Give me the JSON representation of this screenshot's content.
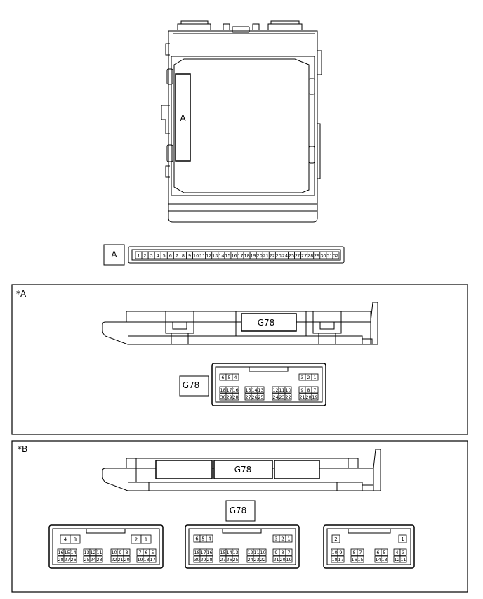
{
  "top_label": "A",
  "connector_a": {
    "label": "A",
    "pins": [
      "1",
      "2",
      "3",
      "4",
      "5",
      "6",
      "7",
      "8",
      "9",
      "10",
      "11",
      "12",
      "13",
      "14",
      "15",
      "16",
      "17",
      "18",
      "19",
      "20",
      "21",
      "22",
      "23",
      "24",
      "25",
      "26",
      "27",
      "28",
      "29",
      "30",
      "31",
      "32"
    ]
  },
  "section_a": {
    "title": "*A",
    "connector_code": "G78",
    "face_label": "G78",
    "rows": [
      [
        [
          "6",
          "5",
          "4"
        ],
        [
          "3",
          "2",
          "1"
        ]
      ],
      [
        [
          "18",
          "17",
          "16"
        ],
        [
          "15",
          "14",
          "13"
        ],
        [
          "12",
          "11",
          "10"
        ],
        [
          "9",
          "8",
          "7"
        ]
      ],
      [
        [
          "30",
          "29",
          "28"
        ],
        [
          "27",
          "26",
          "25"
        ],
        [
          "24",
          "23",
          "22"
        ],
        [
          "21",
          "20",
          "19"
        ]
      ]
    ]
  },
  "section_b": {
    "title": "*B",
    "connector_code": "G78",
    "face_label": "G78",
    "left": {
      "top": [
        [
          "4",
          "3"
        ],
        [
          "2",
          "1"
        ]
      ],
      "r1": [
        [
          "16",
          "15",
          "14"
        ],
        [
          "13",
          "12",
          "11"
        ],
        [
          "10",
          "9",
          "8"
        ],
        [
          "7",
          "6",
          "5"
        ]
      ],
      "r2": [
        [
          "28",
          "27",
          "26"
        ],
        [
          "25",
          "24",
          "23"
        ],
        [
          "22",
          "21",
          "20"
        ],
        [
          "19",
          "18",
          "17"
        ]
      ]
    },
    "middle": {
      "top": [
        [
          "6",
          "5",
          "4"
        ],
        [
          "3",
          "2",
          "1"
        ]
      ],
      "r1": [
        [
          "18",
          "17",
          "16"
        ],
        [
          "15",
          "14",
          "13"
        ],
        [
          "12",
          "11",
          "10"
        ],
        [
          "9",
          "8",
          "7"
        ]
      ],
      "r2": [
        [
          "30",
          "29",
          "28"
        ],
        [
          "27",
          "26",
          "25"
        ],
        [
          "24",
          "23",
          "22"
        ],
        [
          "21",
          "20",
          "19"
        ]
      ]
    },
    "right": {
      "top": [
        [
          "2"
        ],
        [
          "1"
        ]
      ],
      "r1": [
        [
          "10",
          "9"
        ],
        [
          "8",
          "7"
        ],
        [
          "6",
          "5"
        ],
        [
          "4",
          "3"
        ]
      ],
      "r2": [
        [
          "18",
          "17"
        ],
        [
          "16",
          "15"
        ],
        [
          "14",
          "13"
        ],
        [
          "12",
          "11"
        ]
      ]
    }
  }
}
